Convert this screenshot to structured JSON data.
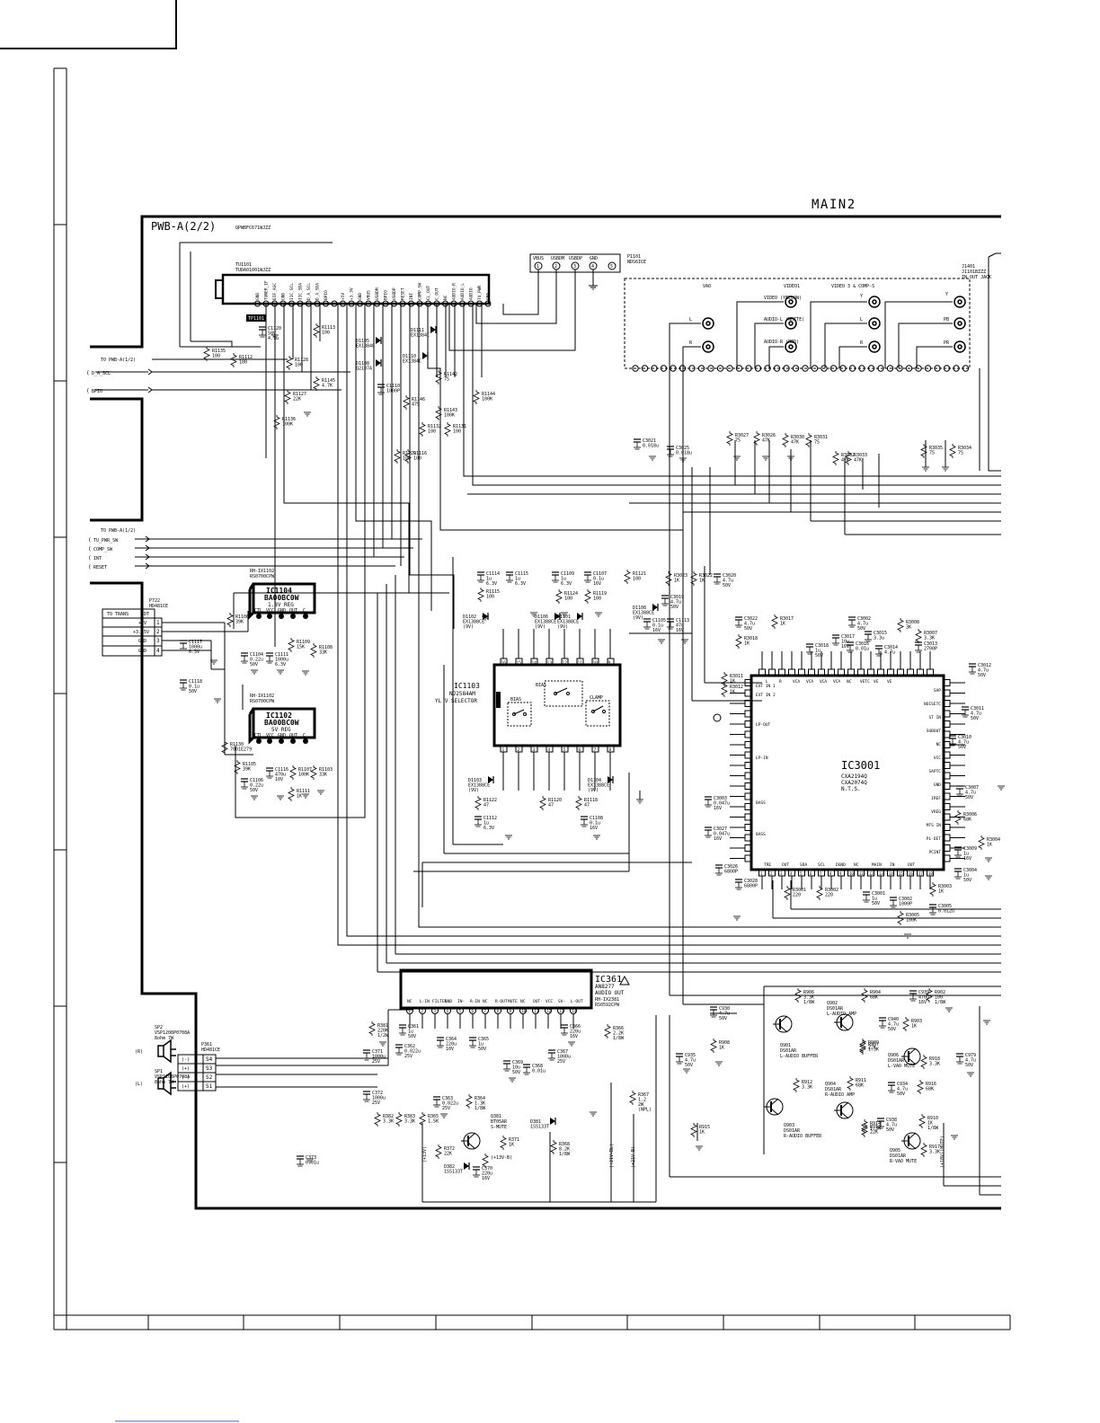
{
  "sheet": {
    "title": "MAIN2",
    "board": "PWB-A(2/2)",
    "board_code": "QPWBFC671WJZZ"
  },
  "connectors": {
    "to_pwb_a_1": "TO PWB-A(1/2)",
    "to_pwb_a_2": "TO PWB-A(1/2)",
    "d_a_scl": "D_A_SCL",
    "bpio": "BPIO",
    "tu_pwr_sw": "TU_PWR_SW",
    "comp_sw": "COMP_SW",
    "int": "INT",
    "reset": "RESET",
    "to_trans": "TO TRANS",
    "dt": "DT",
    "p722": "P722",
    "p722_part": "HD481CE",
    "trans_pins": [
      {
        "label": "+1V",
        "num": "1"
      },
      {
        "label": "+3.15V",
        "num": "2"
      },
      {
        "label": "GND",
        "num": "3"
      },
      {
        "label": "GND",
        "num": "4"
      }
    ],
    "p1101": "P1101",
    "p1101_part": "NDS6ICE",
    "p1101_pins": [
      "VBUS",
      "USBDM",
      "USBDP",
      "GND",
      ""
    ],
    "p1101_nums": [
      "1",
      "2",
      "3",
      "4",
      "5"
    ],
    "j1401": "J1401",
    "j1401_part": "J1101BZZZ",
    "j1401_desc": "IN OUT JACK"
  },
  "tuner": {
    "ref": "TU1101",
    "part": "TUDA01001WJZZ",
    "pins": [
      "GND",
      "TUNER_IF",
      "DIF_AGC",
      "GND",
      "IIC_SCL",
      "IIC_SDA",
      "D_A_SCL",
      "D_A_SDA",
      "BPIO",
      "",
      "+5V",
      "+3.3V",
      "GND",
      "VBUS",
      "USBDM",
      "BPIO",
      "USBDP",
      "RESET",
      "INT",
      "COMP_SW",
      "CL_OUT",
      "C_OUT",
      "NC",
      "AUDIO_R",
      "AUDIO_L",
      "AUDIO",
      "TU_PWR",
      "GND"
    ],
    "tp": "TP1101"
  },
  "jacks": {
    "vao": "VAO",
    "video1": "VIDEO1",
    "video3_comp": "VIDEO 3 & COMP-S",
    "video_yellow": "VIDEO (YELLOW)",
    "audio_l": "AUDIO-L (WHITE)",
    "audio_r": "AUDIO-R (RED)",
    "l": "L",
    "r": "R",
    "y": "Y",
    "pb": "PB",
    "pr": "PR"
  },
  "regulators": [
    {
      "ref": "IC1104",
      "part": "BA00BC0W",
      "desc": "1.8V REG",
      "pins": [
        "CTL",
        "VCC",
        "GND",
        "OUT",
        "C"
      ],
      "pwb": "RH-IX1102",
      "code": "RS0700CPW"
    },
    {
      "ref": "IC1102",
      "part": "BA00BC0W",
      "desc": "5V REG",
      "pins": [
        "CTL",
        "VCC",
        "GND",
        "OUT",
        "C"
      ],
      "pwb": "RH-IX1102",
      "code": "RS0700CPW"
    }
  ],
  "ic1103": {
    "ref": "IC1103",
    "part": "NJ2584AM",
    "desc": "YL V SELECTOR",
    "bias1": "BIAS",
    "bias2": "BIAS",
    "clamp": "CLAMP",
    "top_pins": [
      "16",
      "15",
      "14",
      "13",
      "12",
      "11",
      "10",
      "9"
    ],
    "bot_pins": [
      "1",
      "2",
      "3",
      "4",
      "5",
      "6",
      "7",
      "8"
    ]
  },
  "ic3001": {
    "ref": "IC3001",
    "part1": "CXA2194Q",
    "part2": "CXA2074Q",
    "std": "N.T.S.",
    "left_labels": [
      "EXT IN 1",
      "EXT IN 2",
      "LP-OUT",
      "LP-IN",
      "BASS",
      "BASS"
    ],
    "right_labels": [
      "SAP",
      "NOISETC",
      "ST IN",
      "SUBOUT",
      "NC",
      "VCC",
      "SAPTC",
      "GND",
      "IREF",
      "VREG",
      "MTS IN",
      "PL-DET",
      "PCINT"
    ],
    "top_labels": [
      "L",
      "R",
      "VCA",
      "VCA",
      "VCA",
      "VCA",
      "NC",
      "VETC",
      "VE",
      "VE"
    ],
    "bot_labels": [
      "TRE",
      "OUT",
      "SDA",
      "SCL",
      "DGND",
      "NC",
      "MAIN",
      "IN",
      "OUT"
    ]
  },
  "ic361": {
    "ref": "IC361",
    "part": "AN8277",
    "desc": "AUDIO OUT",
    "pwb": "RH-IX2381",
    "code": "RS0592CPW",
    "pins": [
      "NC",
      "L-IN",
      "FILTER",
      "GND",
      "IN-",
      "R-IN",
      "NC",
      "R-OUT",
      "MUTE",
      "NC",
      "OUT-",
      "VCC",
      "SV-",
      "L-OUT"
    ]
  },
  "transistors": [
    {
      "ref": "Q901",
      "part": "DS01AR",
      "desc": "L-AUDIO BUFFER"
    },
    {
      "ref": "Q902",
      "part": "DS01AR",
      "desc": "L-AUDIO AMP"
    },
    {
      "ref": "Q903",
      "part": "DS01AR",
      "desc": "R-AUDIO BUFFER"
    },
    {
      "ref": "Q904",
      "part": "DS01AR",
      "desc": "R-AUDIO AMP"
    },
    {
      "ref": "Q905",
      "part": "DS01AR",
      "desc": "R-VAO MUTE"
    },
    {
      "ref": "Q906",
      "part": "DS01AR",
      "desc": "L-VAO MUTE"
    },
    {
      "ref": "Q381",
      "part": "BT05AR",
      "desc": "S-MUTE"
    }
  ],
  "speakers": [
    {
      "ref": "SP2",
      "part": "VSP1208P0708A",
      "spec": "8ohm 7W",
      "side": "(R)"
    },
    {
      "ref": "SP1",
      "part": "VSP1208P0708A",
      "spec": "8ohm 7W",
      "side": "(L)"
    }
  ],
  "p361": {
    "ref": "P361",
    "part": "HD481CE",
    "pins": [
      "S4",
      "S3",
      "S2",
      "S1"
    ],
    "signs": [
      "(-)",
      "(+)",
      "(-)",
      "(+)"
    ]
  },
  "components": {
    "r1135": "R1135\n100",
    "r1112": "R1112\n100",
    "r1128": "R1128\n100",
    "r1127": "R1127\n22K",
    "r1136": "R1136\n100K",
    "r1145": "R1145\n4.7K",
    "r1113": "R1113\n100",
    "c1120": "C1120\n50V\n4.7u",
    "d1105": "D1105\nEX1384C",
    "d1108": "D1108\nQ2107A",
    "d1111": "D1111\nEX1384C",
    "d1110": "D1110\nEX1384C",
    "c1110": "C1110\n1000P",
    "r1142": "R1142\n75",
    "r1146": "R1146\n475",
    "r1143": "R1143\n100K",
    "r1144": "R1144\n100K",
    "r1131": "R1131\n100",
    "r1132": "R1132\n100",
    "r1129": "R1129\n100",
    "r1116": "R1116\n100",
    "c1114": "C1114\n1u\n6.3V",
    "c1115": "C1115\n1u\n6.3V",
    "c1109": "C1109\n1u\n6.3V",
    "c1107": "C1107\n0.1u\n16V",
    "r1121": "R1121\n100",
    "r1115": "R1115\n100",
    "r1124": "R1124\n100",
    "r1119": "R1119\n100",
    "d1102": "D1102\nEX1388CE\n(9V)",
    "d1106": "D1106\nEX1388CE\n(9V)",
    "d1101": "D1101\nEX1388CE\n(9V)",
    "d1108b": "D1108\nEX1388CE\n(9V)",
    "c1105": "C1105\n0.1u\n16V",
    "c1113": "C1113\n47u\n16V",
    "d1103": "D1103\nEX1388CE\n(9V)",
    "d1104": "D1104\nEX1388CE\n(9V)",
    "r1122": "R1122\n47",
    "r1120": "R1120\n47",
    "r1118": "R1118\n47",
    "c1112": "C1112\n1u\n6.3V",
    "c1108": "C1108\n0.1u\n16V",
    "r1106": "R1106\n39K",
    "c1117": "C1117\n1000u\n6.3V",
    "c1104": "C1104\n0.22u\n50V",
    "c1111": "C1111\n1000u\n6.3V",
    "r1109": "R1109\n15K",
    "r1108": "R1108\n33K",
    "c1118": "C1118\n0.1u\n50V",
    "r1130": "R1130\n7001E279",
    "r1105": "R1105\n39K",
    "c1106": "C1106\n0.22u\n50V",
    "c1116": "C1116\n470u\n10V",
    "r1107": "R1107\n100K",
    "r1111": "R1111\n1K",
    "r1103": "R1103\n33K",
    "c3021": "C3021\n0.018u",
    "c3025": "C3025\n0.018u",
    "r3027": "R3027\n75",
    "r3026": "R3026\n47K",
    "r3030": "R3030\n47K",
    "r3031": "R3031\n75",
    "r3032": "R3032\n47K",
    "r3033": "R3033\n47K",
    "r3035": "R3035\n75",
    "r3034": "R3034\n75",
    "c3020": "C3020\n4.7u\n50V",
    "r3023": "R3023\n1K",
    "r3022": "R3022\n1K",
    "c3019": "C3019\n4.7u\n50V",
    "c3022": "C3022\n4.7u\n50V",
    "c3002": "C3002\n4.7u\n50V",
    "r3017": "R3017\n1K",
    "r3018": "R3018\n1K",
    "c3018": "C3018\n1u\n50V",
    "c3017": "C3017\n10u\n16V",
    "c3016": "C3016\n0.01u",
    "c3015": "C3015\n3.3u",
    "c3014": "C3014\n4.7u",
    "r3008": "R3008\n3K",
    "r3007": "R3007\n3.3K",
    "c3013": "C3013\n2700P",
    "r3011": "R3011\n1K",
    "r3012": "R3012\n1K",
    "c3012": "C3012\n4.7u\n50V",
    "c3011": "C3011\n4.7u\n50V",
    "c3010": "C3010\n4.7u\n50V",
    "c3007": "C3007\n4.7u\n50V",
    "r3006": "R3006\n68K",
    "r3004": "R3004\n1K",
    "c3009": "C3009\n1u\n16V",
    "c3004": "C3004\n1u\n50V",
    "c3003": "C3003\n0.047u\n16V",
    "c3027": "C3027\n0.047u\n16V",
    "c3026": "C3026\n6800P",
    "c3028": "C3028\n6800P",
    "r3001": "R3001\n220",
    "r3002": "R3002\n220",
    "c3001": "C3001\n1u\n50V",
    "c3002b": "C3002\n1000P",
    "r3003": "R3003\n1K",
    "r3005": "R3005\n100K",
    "c3005": "C3005\n0.012u",
    "r381": "R381\n220K\n1/2W",
    "c361": "C361\n1u\n50V",
    "c371": "C371\n1000u\n25V",
    "c362": "C362\n0.022u\n25V",
    "c364": "C364\n220u\n10V",
    "c365": "C365\n1u\n50V",
    "c366": "C366\n220u\n16V",
    "c367": "C367\n1000u\n25V",
    "c369": "C369\n10u\n50V",
    "c368": "C368\n0.01u",
    "r366": "R366\n2.2K\n1/8W",
    "c372": "C372\n1000u\n25V",
    "c363": "C363\n0.022u\n25V",
    "r364": "R364\n1.3K\n1/8W",
    "r382": "R382\n3.3K",
    "r383": "R383\n3.3K",
    "r365": "R365\n1.5K",
    "r372": "R372\n22K",
    "d382": "D382\n1SS133T",
    "d381": "D381\n1SS133T",
    "r371": "R371\n1K",
    "c370": "C370\n220u\n16V",
    "r368": "R368\n8.2K\n1/8W",
    "r367": "R367\n1.2\n2W\n(NPL)",
    "c373": "C373\n0.01u",
    "v13": "(+13V)",
    "v13b": "(+13V-B)",
    "v21b": "(+21V-B)",
    "v21bl": "(+21V-BL)",
    "c930": "C930\n4.7u\n50V",
    "r908": "R908\n1K",
    "c935": "C935\n4.7u\n50V",
    "r906": "R906\n3.3K\n1/8W",
    "r904": "R904\n68K",
    "c939": "C939\n470u\n16V",
    "r902": "R902\n100\n1/8W",
    "c940": "C940\n4.7u\n50V",
    "r907": "R907\n1.3K",
    "r903": "R903\n1K",
    "r909": "R909\n22K",
    "r918": "R918\n3.3K",
    "c979": "C979\n4.7u\n50V",
    "r912": "R912\n3.3K",
    "r911": "R911\n68K",
    "c934": "C934\n4.7u\n50V",
    "r916": "R916\n68K",
    "r914": "R914\n1.3K",
    "c938": "C938\n4.7u\n50V",
    "r910": "R910\n1K\n1/8W",
    "r915": "R915\n1K",
    "r913": "R913\n22K",
    "r917": "R917\n3.3K",
    "v10mute": "(+10V)(MUTE)"
  }
}
